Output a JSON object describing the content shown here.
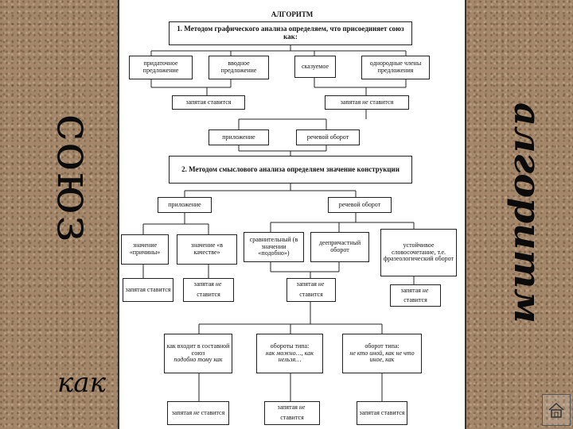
{
  "slide": {
    "side_title": "союз",
    "side_subtitle": "как",
    "right_title": "алгоритм"
  },
  "diagram": {
    "header": "АЛГОРИТМ",
    "step1": "1. Методом графического анализа определяем, что присоединяет союз как:",
    "row1": [
      "придаточное предложение",
      "вводное предложение",
      "сказуемое",
      "однородные члены предложения"
    ],
    "comma_set_1": "запятая ставится",
    "comma_not_1_prefix": "запятая",
    "comma_not_1_not": "не",
    "comma_not_1_suffix": "ставится",
    "row2": [
      "приложение",
      "речевой оборот"
    ],
    "step2": "2. Методом смыслового анализа определяем значение конструкции",
    "row3": [
      "приложение",
      "речевой оборот"
    ],
    "row4": [
      "значение «причины»",
      "значение «в качестве»",
      "сравнительный (в значении «подобно»)",
      "деепричастный оборот",
      "устойчивое словосочетание, т.е. фразеологический оборот"
    ],
    "row5": {
      "a": "запятая ставится",
      "b_prefix": "запятая",
      "b_not": "не",
      "b_suffix": "ставится",
      "c_prefix": "запятая",
      "c_not": "не",
      "c_suffix": "ставится",
      "d_prefix": "запятая",
      "d_not": "не",
      "d_suffix": "ставится"
    },
    "row6": {
      "a_text": "как входит в составной союз",
      "a_italic": "подобно тому как",
      "b_text": "обороты типа:",
      "b_italic": "как можно…, как нельзя…",
      "c_text": "оборот типа:",
      "c_italic": "не кто иной, как не что иное, как"
    },
    "row7": {
      "a_prefix": "запятая",
      "a_not": "не",
      "a_suffix": "ставится",
      "b_prefix": "запятая",
      "b_not": "не",
      "b_suffix": "ставится",
      "c": "запятая ставится"
    }
  }
}
